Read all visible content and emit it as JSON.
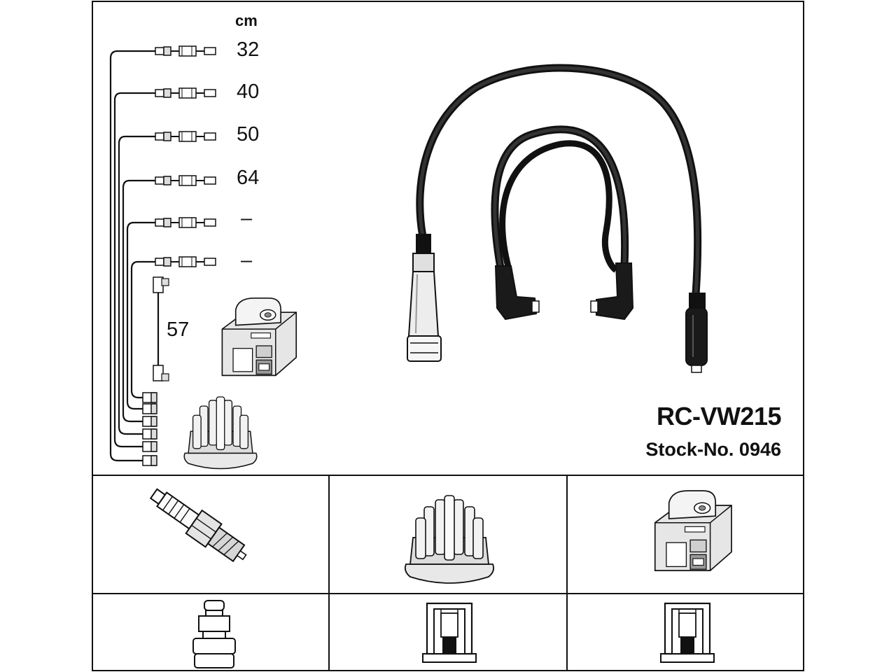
{
  "header": {
    "unit_label": "cm"
  },
  "cable_lengths": [
    {
      "value": "32"
    },
    {
      "value": "40"
    },
    {
      "value": "50"
    },
    {
      "value": "64"
    },
    {
      "value": "–"
    },
    {
      "value": "–"
    }
  ],
  "coil_lead_length": "57",
  "product": {
    "code": "RC-VW215",
    "stock_number": "Stock-No. 0946"
  },
  "icons": {
    "spark_plug": "spark-plug-icon",
    "distributor_cap": "distributor-cap-icon",
    "ignition_coil": "ignition-coil-icon",
    "plug_terminal": "plug-terminal-icon",
    "cap_terminal": "cap-terminal-icon",
    "coil_terminal": "coil-terminal-icon"
  },
  "colors": {
    "line": "#111111",
    "cable": "#222222",
    "fill_light": "#e6e6e6",
    "fill_mid": "#bdbdbd"
  }
}
